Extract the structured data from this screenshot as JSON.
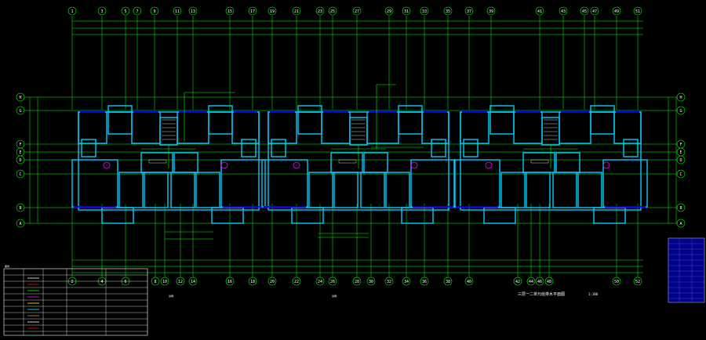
{
  "grid_top": [
    "1",
    "3",
    "5",
    "7",
    "9",
    "11",
    "13",
    "15",
    "17",
    "19",
    "21",
    "23",
    "25",
    "27",
    "29",
    "31",
    "33",
    "35",
    "37",
    "39",
    "41",
    "43",
    "45",
    "47",
    "49",
    "51"
  ],
  "grid_bottom": [
    "2",
    "4",
    "6",
    "8",
    "10",
    "12",
    "14",
    "16",
    "18",
    "20",
    "22",
    "24",
    "26",
    "28",
    "30",
    "32",
    "34",
    "36",
    "38",
    "40",
    "42",
    "44",
    "46",
    "48",
    "50",
    "52"
  ],
  "grid_left": [
    "H",
    "G",
    "F",
    "E",
    "D",
    "C",
    "B",
    "A"
  ],
  "grid_right": [
    "H",
    "G",
    "F",
    "E",
    "D",
    "C",
    "B",
    "A"
  ],
  "colors": {
    "grid": "#00ff00",
    "wall": "#00ccff",
    "window": "#0000ff",
    "text": "#ffffff",
    "legend_bg": "#000088",
    "door": "#ff00ff"
  },
  "drawing_title": "三层一二单元给排水平面图",
  "scale": "1:100",
  "notes_left_title": "说明：",
  "notes_right_title": "说明：",
  "legend_title": "图例"
}
